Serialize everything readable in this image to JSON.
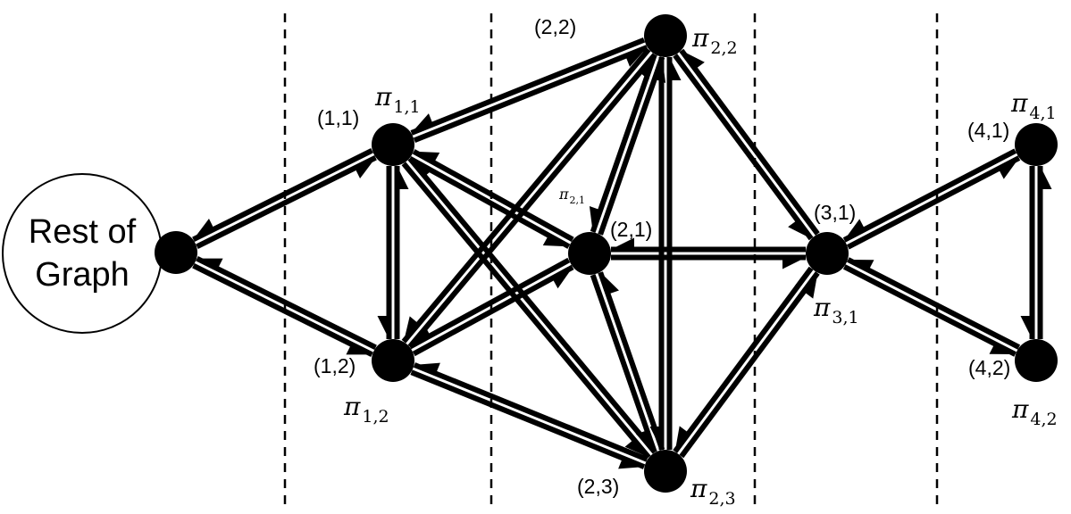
{
  "rest_of_graph": {
    "line1": "Rest of",
    "line2": "Graph"
  },
  "nodes": {
    "entry": {
      "coord": "",
      "pi_sym": "",
      "pi_sub": ""
    },
    "n11": {
      "coord": "(1,1)",
      "pi_sym": "π",
      "pi_sub": "1,1"
    },
    "n12": {
      "coord": "(1,2)",
      "pi_sym": "π",
      "pi_sub": "1,2"
    },
    "n21": {
      "coord": "(2,1)",
      "pi_sym": "π",
      "pi_sub": "2,1"
    },
    "n22": {
      "coord": "(2,2)",
      "pi_sym": "π",
      "pi_sub": "2,2"
    },
    "n23": {
      "coord": "(2,3)",
      "pi_sym": "π",
      "pi_sub": "2,3"
    },
    "n31": {
      "coord": "(3,1)",
      "pi_sym": "π",
      "pi_sub": "3,1"
    },
    "n41": {
      "coord": "(4,1)",
      "pi_sym": "π",
      "pi_sub": "4,1"
    },
    "n42": {
      "coord": "(4,2)",
      "pi_sym": "π",
      "pi_sub": "4,2"
    }
  },
  "edges": [
    [
      "entry",
      "n11"
    ],
    [
      "n11",
      "entry"
    ],
    [
      "entry",
      "n12"
    ],
    [
      "n12",
      "entry"
    ],
    [
      "n11",
      "n12"
    ],
    [
      "n12",
      "n11"
    ],
    [
      "n11",
      "n22"
    ],
    [
      "n22",
      "n11"
    ],
    [
      "n11",
      "n21"
    ],
    [
      "n21",
      "n11"
    ],
    [
      "n11",
      "n23"
    ],
    [
      "n23",
      "n11"
    ],
    [
      "n12",
      "n22"
    ],
    [
      "n22",
      "n12"
    ],
    [
      "n12",
      "n21"
    ],
    [
      "n21",
      "n12"
    ],
    [
      "n12",
      "n23"
    ],
    [
      "n23",
      "n12"
    ],
    [
      "n21",
      "n22"
    ],
    [
      "n22",
      "n21"
    ],
    [
      "n21",
      "n23"
    ],
    [
      "n23",
      "n21"
    ],
    [
      "n22",
      "n23"
    ],
    [
      "n23",
      "n22"
    ],
    [
      "n21",
      "n31"
    ],
    [
      "n31",
      "n21"
    ],
    [
      "n22",
      "n31"
    ],
    [
      "n31",
      "n22"
    ],
    [
      "n23",
      "n31"
    ],
    [
      "n31",
      "n23"
    ],
    [
      "n31",
      "n41"
    ],
    [
      "n41",
      "n31"
    ],
    [
      "n31",
      "n42"
    ],
    [
      "n42",
      "n31"
    ],
    [
      "n41",
      "n42"
    ],
    [
      "n42",
      "n41"
    ]
  ],
  "style": {
    "edge_color": "#000000",
    "node_color": "#000000",
    "background": "#ffffff"
  }
}
